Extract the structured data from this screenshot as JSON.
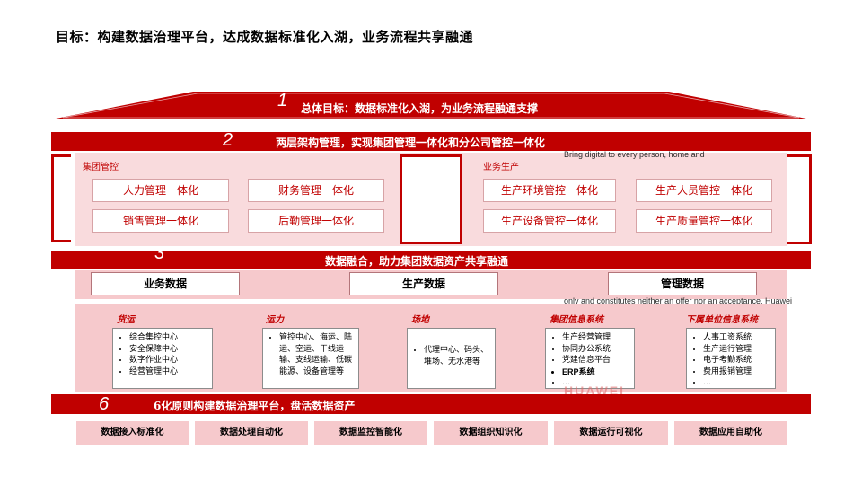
{
  "title": "目标：构建数据治理平台，达成数据标准化入湖，业务流程共享融通",
  "roof": {
    "number": "1",
    "text": "总体目标：数据标准化入湖，为业务流程融通支撑"
  },
  "band2": {
    "number": "2",
    "text": "两层架构管理，实现集团管理一体化和分公司管控一体化"
  },
  "group_mgmt": {
    "label": "集团管控",
    "items": [
      "人力管理一体化",
      "财务管理一体化",
      "销售管理一体化",
      "后勤管理一体化"
    ]
  },
  "biz_production": {
    "label": "业务生产",
    "items": [
      "生产环境管控一体化",
      "生产人员管控一体化",
      "生产设备管控一体化",
      "生产质量管控一体化"
    ]
  },
  "band3": {
    "number": "3",
    "text": "数据融合，助力集团数据资产共享融通"
  },
  "data_types": [
    "业务数据",
    "生产数据",
    "管理数据"
  ],
  "systems": [
    {
      "label": "货运",
      "items": [
        "综合集控中心",
        "安全保障中心",
        "数字作业中心",
        "经营管理中心"
      ]
    },
    {
      "label": "运力",
      "items": [
        "管控中心、海运、陆运、空运、干线运输、支线运输、低碳能源、设备管理等"
      ]
    },
    {
      "label": "场地",
      "items": [
        "代理中心、码头、堆场、无水港等"
      ]
    },
    {
      "label": "集团信息系统",
      "items": [
        "生产经营管理",
        "协同办公系统",
        "党建信息平台",
        "ERP系统",
        "…"
      ]
    },
    {
      "label": "下属单位信息系统",
      "items": [
        "人事工资系统",
        "生产运行管理",
        "电子考勤系统",
        "费用报销管理",
        "…"
      ]
    }
  ],
  "band6": {
    "number": "6",
    "text": "6化原则构建数据治理平台，盘活数据资产"
  },
  "principles": [
    "数据接入标准化",
    "数据处理自动化",
    "数据监控智能化",
    "数据组织知识化",
    "数据运行可视化",
    "数据应用自助化"
  ],
  "ghost_texts": {
    "top": "Bring digital to every person, home and",
    "mid": "only and constitutes neither an offer nor an acceptance. Huawei",
    "logo": "HUAWEI"
  },
  "colors": {
    "accent_red": "#c00000",
    "pink": "#f6c9cc",
    "light_pink": "#f9dbdd"
  }
}
